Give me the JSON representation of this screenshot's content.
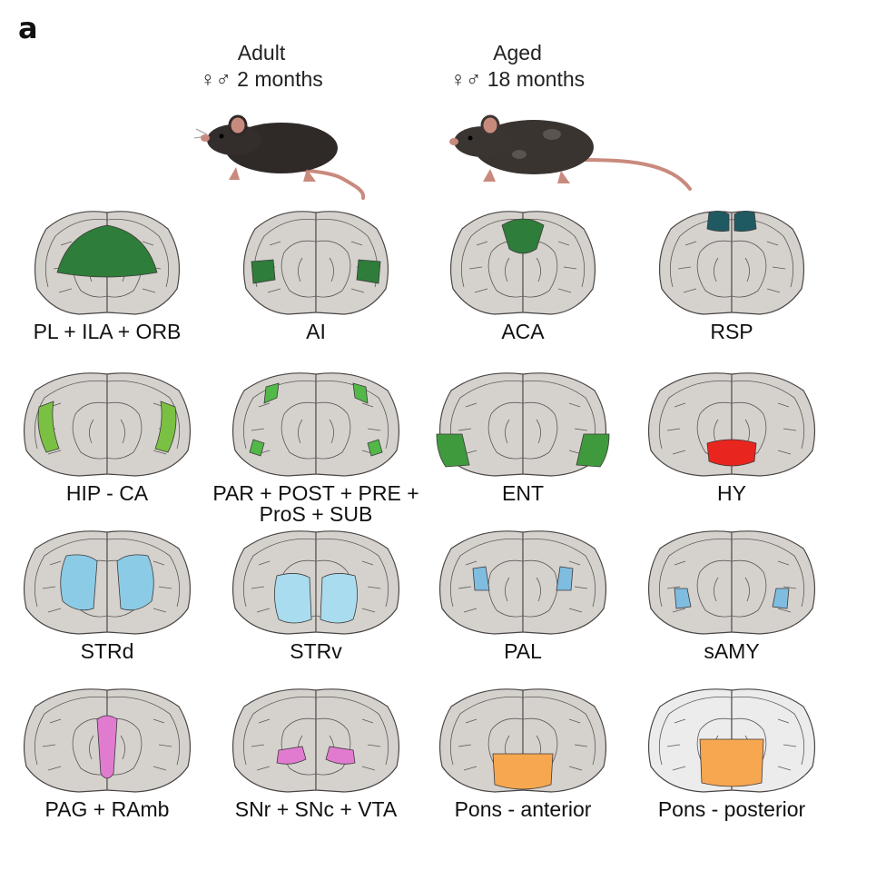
{
  "panel_letter": "a",
  "groups": [
    {
      "title": "Adult",
      "subtitle": "♀♂ 2 months"
    },
    {
      "title": "Aged",
      "subtitle": "♀♂ 18 months"
    }
  ],
  "regions": [
    {
      "label": "PL + ILA + ORB",
      "color": "#2e7d3a",
      "highlight": "dorsal-frontal"
    },
    {
      "label": "AI",
      "color": "#2e7d3a",
      "highlight": "lateral-bands"
    },
    {
      "label": "ACA",
      "color": "#2e7d3a",
      "highlight": "top-midline"
    },
    {
      "label": "RSP",
      "color": "#1f5a63",
      "highlight": "top-pair"
    },
    {
      "label": "HIP - CA",
      "color": "#7ac143",
      "highlight": "lateral-crescents"
    },
    {
      "label": "PAR + POST + PRE +\nProS + SUB",
      "color": "#52b848",
      "highlight": "lateral-strips"
    },
    {
      "label": "ENT",
      "color": "#3f9a3d",
      "highlight": "ventro-lateral"
    },
    {
      "label": "HY",
      "color": "#e8251e",
      "highlight": "ventral-center"
    },
    {
      "label": "STRd",
      "color": "#8ccbe6",
      "highlight": "central-pair"
    },
    {
      "label": "STRv",
      "color": "#a9dcef",
      "highlight": "ventral-pair"
    },
    {
      "label": "PAL",
      "color": "#7fbde0",
      "highlight": "mid-lateral-small"
    },
    {
      "label": "sAMY",
      "color": "#7fbde0",
      "highlight": "lower-lateral-small"
    },
    {
      "label": "PAG + RAmb",
      "color": "#e07bd0",
      "highlight": "midline-column"
    },
    {
      "label": "SNr + SNc + VTA",
      "color": "#e07bd0",
      "highlight": "mid-pair"
    },
    {
      "label": "Pons - anterior",
      "color": "#f7a750",
      "highlight": "ventral-block"
    },
    {
      "label": "Pons - posterior",
      "color": "#f7a750",
      "highlight": "posterior-block"
    }
  ]
}
